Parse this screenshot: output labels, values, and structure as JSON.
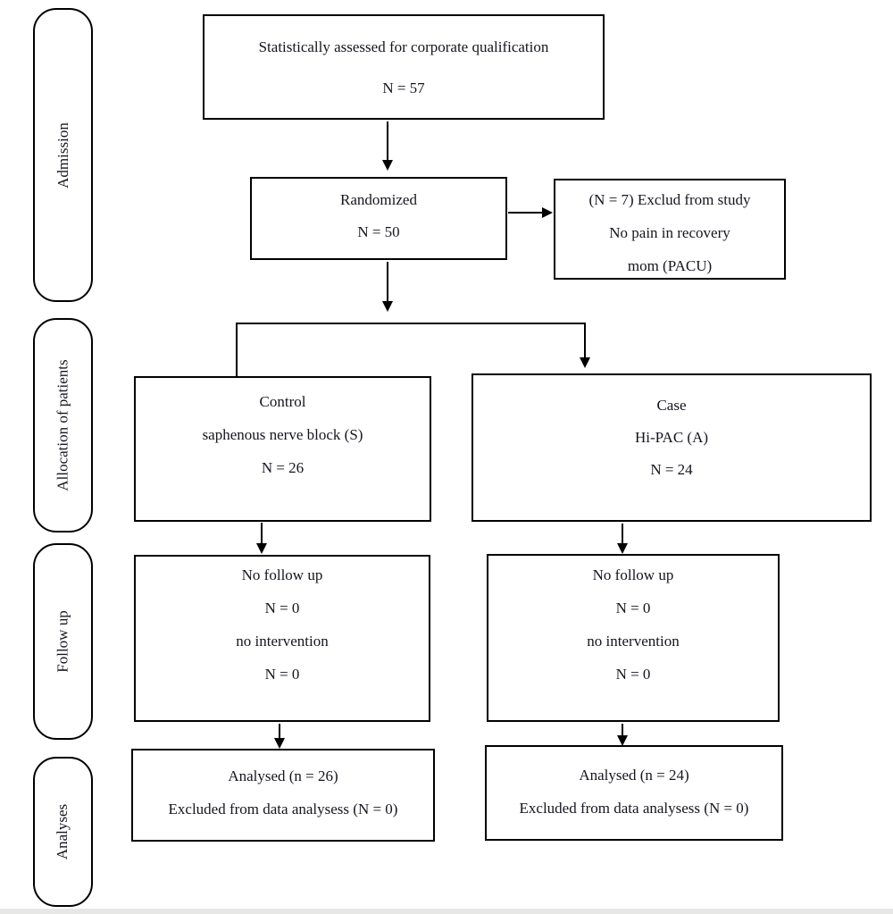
{
  "figure": {
    "type": "consort-flow-diagram",
    "colors": {
      "line": "#000000",
      "text": "#15151f",
      "background": "#ffffff"
    },
    "stages": {
      "admission": "Admission",
      "allocation": "Allocation of patients",
      "followup": "Follow up",
      "analyses": "Analyses"
    },
    "boxes": {
      "assessed": {
        "lines": [
          "Statistically assessed for corporate qualification",
          "N = 57"
        ]
      },
      "randomized": {
        "lines": [
          "Randomized",
          "N = 50"
        ]
      },
      "excluded": {
        "lines": [
          "(N = 7) Exclud from study",
          "No pain in recovery",
          "mom (PACU)"
        ]
      },
      "control": {
        "lines": [
          "Control",
          "saphenous nerve block (S)",
          "N = 26"
        ]
      },
      "case": {
        "lines": [
          "Case",
          "Hi-PAC (A)",
          "N = 24"
        ]
      },
      "followup_control": {
        "lines": [
          "No follow up",
          "N = 0",
          "no intervention",
          "N = 0"
        ]
      },
      "followup_case": {
        "lines": [
          "No follow up",
          "N = 0",
          "no intervention",
          "N = 0"
        ]
      },
      "analysed_control": {
        "lines": [
          "Analysed (n = 26)",
          "Excluded from data analysess (N = 0)"
        ]
      },
      "analysed_case": {
        "lines": [
          "Analysed (n = 24)",
          "Excluded from data analysess (N = 0)"
        ]
      }
    }
  }
}
